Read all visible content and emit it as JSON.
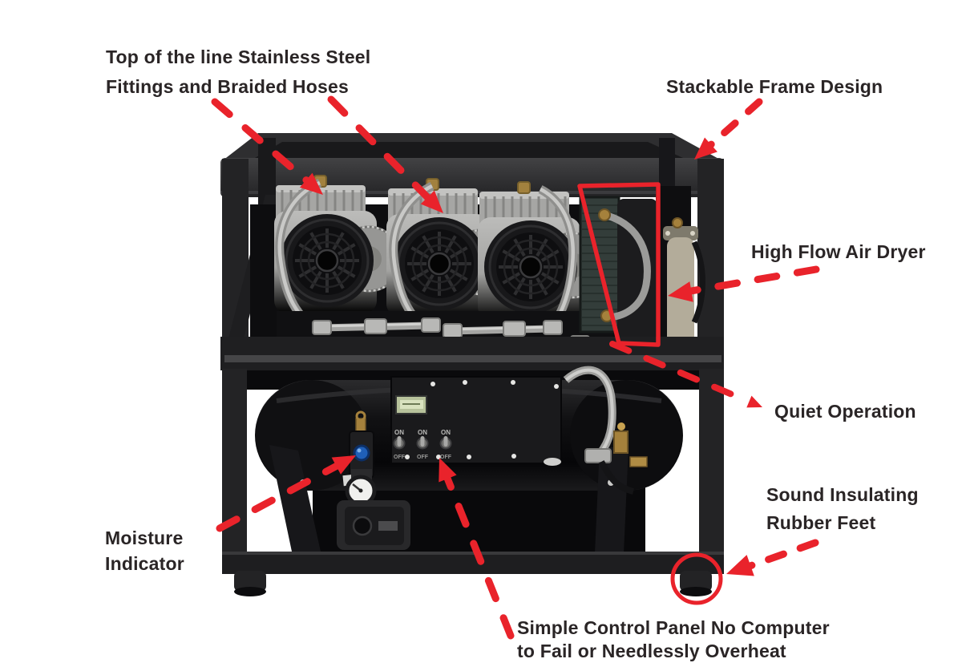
{
  "meta": {
    "accent_red": "#e9232b",
    "label_text_color": "#2a2526",
    "background": "#ffffff"
  },
  "labels": {
    "fittings": {
      "lines": [
        "Top of the line Stainless Steel",
        "Fittings and Braided Hoses"
      ]
    },
    "stackable": {
      "lines": [
        "Stackable Frame Design"
      ]
    },
    "dryer": {
      "lines": [
        "High Flow Air Dryer"
      ]
    },
    "quiet": {
      "lines": [
        "Quiet Operation"
      ]
    },
    "feet": {
      "lines": [
        "Sound Insulating",
        "Rubber Feet"
      ]
    },
    "moisture": {
      "lines": [
        "Moisture",
        "Indicator"
      ]
    },
    "panel": {
      "lines": [
        "Simple Control Panel No Computer",
        "to Fail or Needlessly Overheat"
      ]
    }
  },
  "machine": {
    "control_panel": {
      "switch_count": 3,
      "on_label": "ON",
      "off_label": "OFF"
    }
  }
}
